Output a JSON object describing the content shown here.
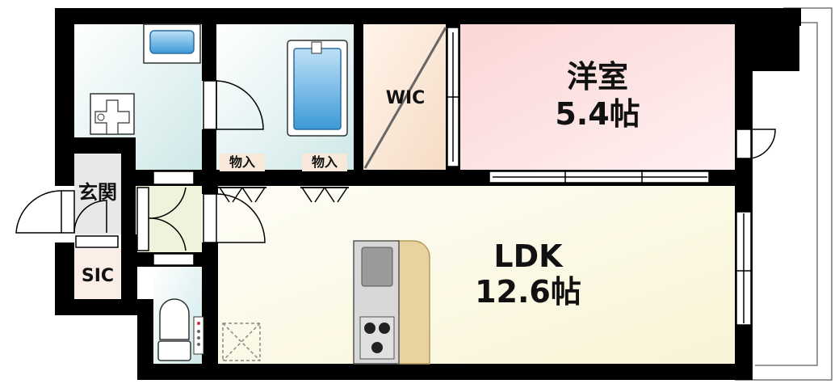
{
  "rooms": {
    "western_room": {
      "name": "洋室",
      "size": "5.4帖"
    },
    "ldk": {
      "name": "LDK",
      "size": "12.6帖"
    },
    "wic": {
      "name": "WIC"
    },
    "entrance": {
      "name": "玄関"
    },
    "sic": {
      "name": "SIC"
    }
  },
  "storage": {
    "closet_left": "物入",
    "closet_right": "物入"
  },
  "colors": {
    "wall": "#000000",
    "western_room_fill": "#fbdada",
    "ldk_fill": "#fbf9e8",
    "wic_fill": "#f8e8da",
    "wet_area_fill": "#dcefee",
    "entrance_fill": "#dadada",
    "sic_fill": "#fbeee6",
    "kitchen_counter": "#e8d7a8",
    "tub_blue": "#4aa3e0"
  }
}
